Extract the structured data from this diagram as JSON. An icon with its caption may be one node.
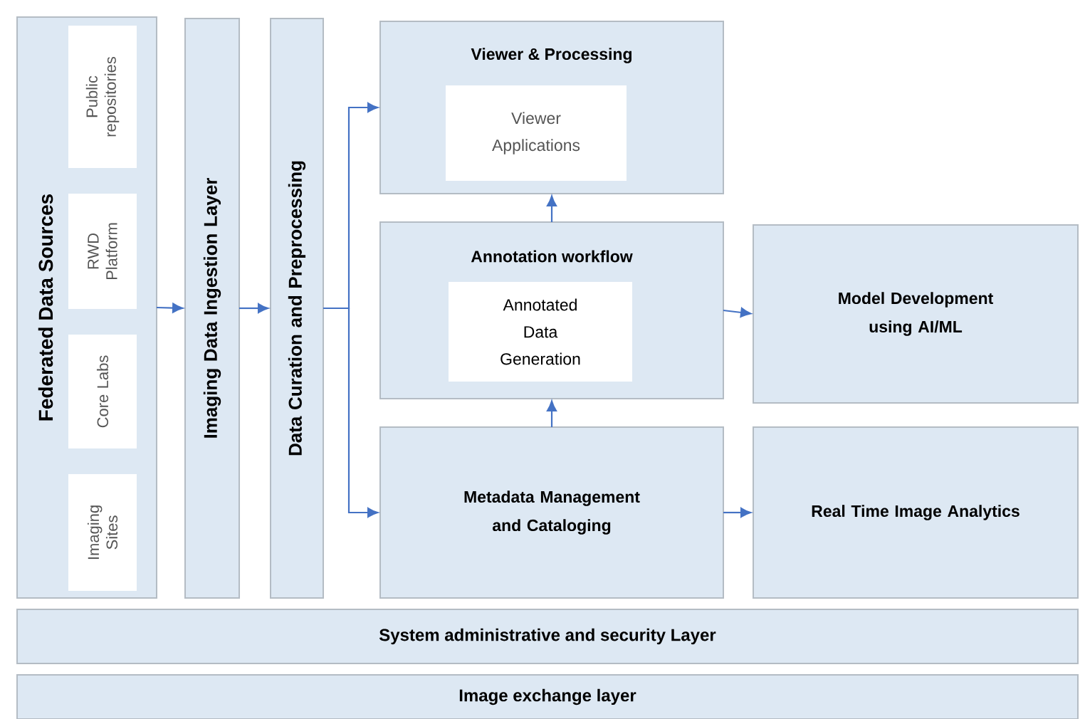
{
  "diagram": {
    "nodes": [
      {
        "text": [
          "Federated Data Sources"
        ]
      },
      {
        "text": [
          "Public repositories"
        ],
        "in": 0
      },
      {
        "text": [
          "RWD Platform"
        ],
        "in": 0
      },
      {
        "text": [
          "Core Labs"
        ],
        "in": 0
      },
      {
        "text": [
          "Imaging Sites"
        ],
        "in": 0
      },
      {
        "text": [
          "Imaging Data Ingestion Layer"
        ]
      },
      {
        "text": [
          "Data Curation and Preprocessing"
        ]
      },
      {
        "text": [
          "Viewer & Processing"
        ]
      },
      {
        "text": [
          "Viewer Applications"
        ],
        "in": 7
      },
      {
        "text": [
          "Annotation workflow"
        ]
      },
      {
        "text": [
          "Annotated Data Generation"
        ],
        "in": 9
      },
      {
        "text": [
          "Metadata Management and Cataloging"
        ]
      },
      {
        "text": [
          "Model Development using AI/ML"
        ]
      },
      {
        "text": [
          "Real Time Image Analytics"
        ]
      },
      {
        "text": [
          "System administrative and security Layer"
        ]
      },
      {
        "text": [
          "Image exchange layer"
        ]
      }
    ],
    "edges": [
      {
        "from": 0,
        "to": 5,
        "arrow": "to"
      },
      {
        "from": 5,
        "to": 6,
        "arrow": "to"
      },
      {
        "from": 6,
        "to": 7,
        "arrow": "to"
      },
      {
        "from": 6,
        "to": 11,
        "arrow": "to"
      },
      {
        "from": 9,
        "to": 7,
        "arrow": "to"
      },
      {
        "from": 11,
        "to": 9,
        "arrow": "to"
      },
      {
        "from": 9,
        "to": 12,
        "arrow": "to"
      },
      {
        "from": 11,
        "to": 13,
        "arrow": "to"
      }
    ]
  }
}
